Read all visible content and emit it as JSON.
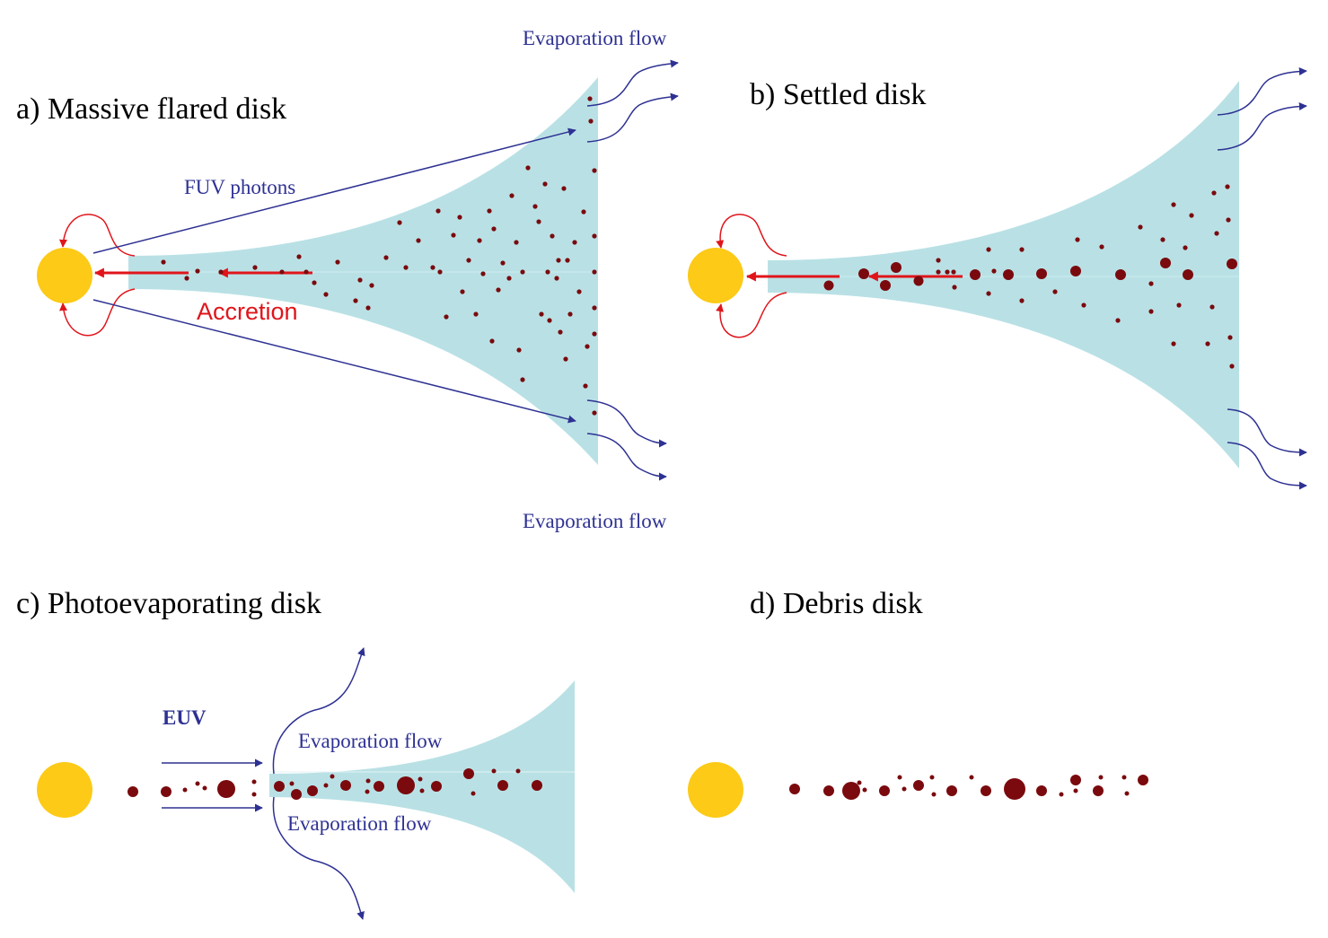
{
  "colors": {
    "star": "#fcca17",
    "disk": "#b9e1e5",
    "grain": "#7a0a0e",
    "flow": "#2e3192",
    "accretion": "#e0151b"
  },
  "panel_a": {
    "title": "a) Massive flared disk",
    "fuv_label": "FUV photons",
    "accretion_label": "Accretion",
    "evap_top": "Evaporation flow",
    "evap_bottom": "Evaporation flow"
  },
  "panel_b": {
    "title": "b) Settled disk"
  },
  "panel_c": {
    "title": "c) Photoevaporating disk",
    "euv_label": "EUV",
    "evap_top": "Evaporation flow",
    "evap_bottom": "Evaporation flow"
  },
  "panel_d": {
    "title": "d) Debris disk"
  }
}
